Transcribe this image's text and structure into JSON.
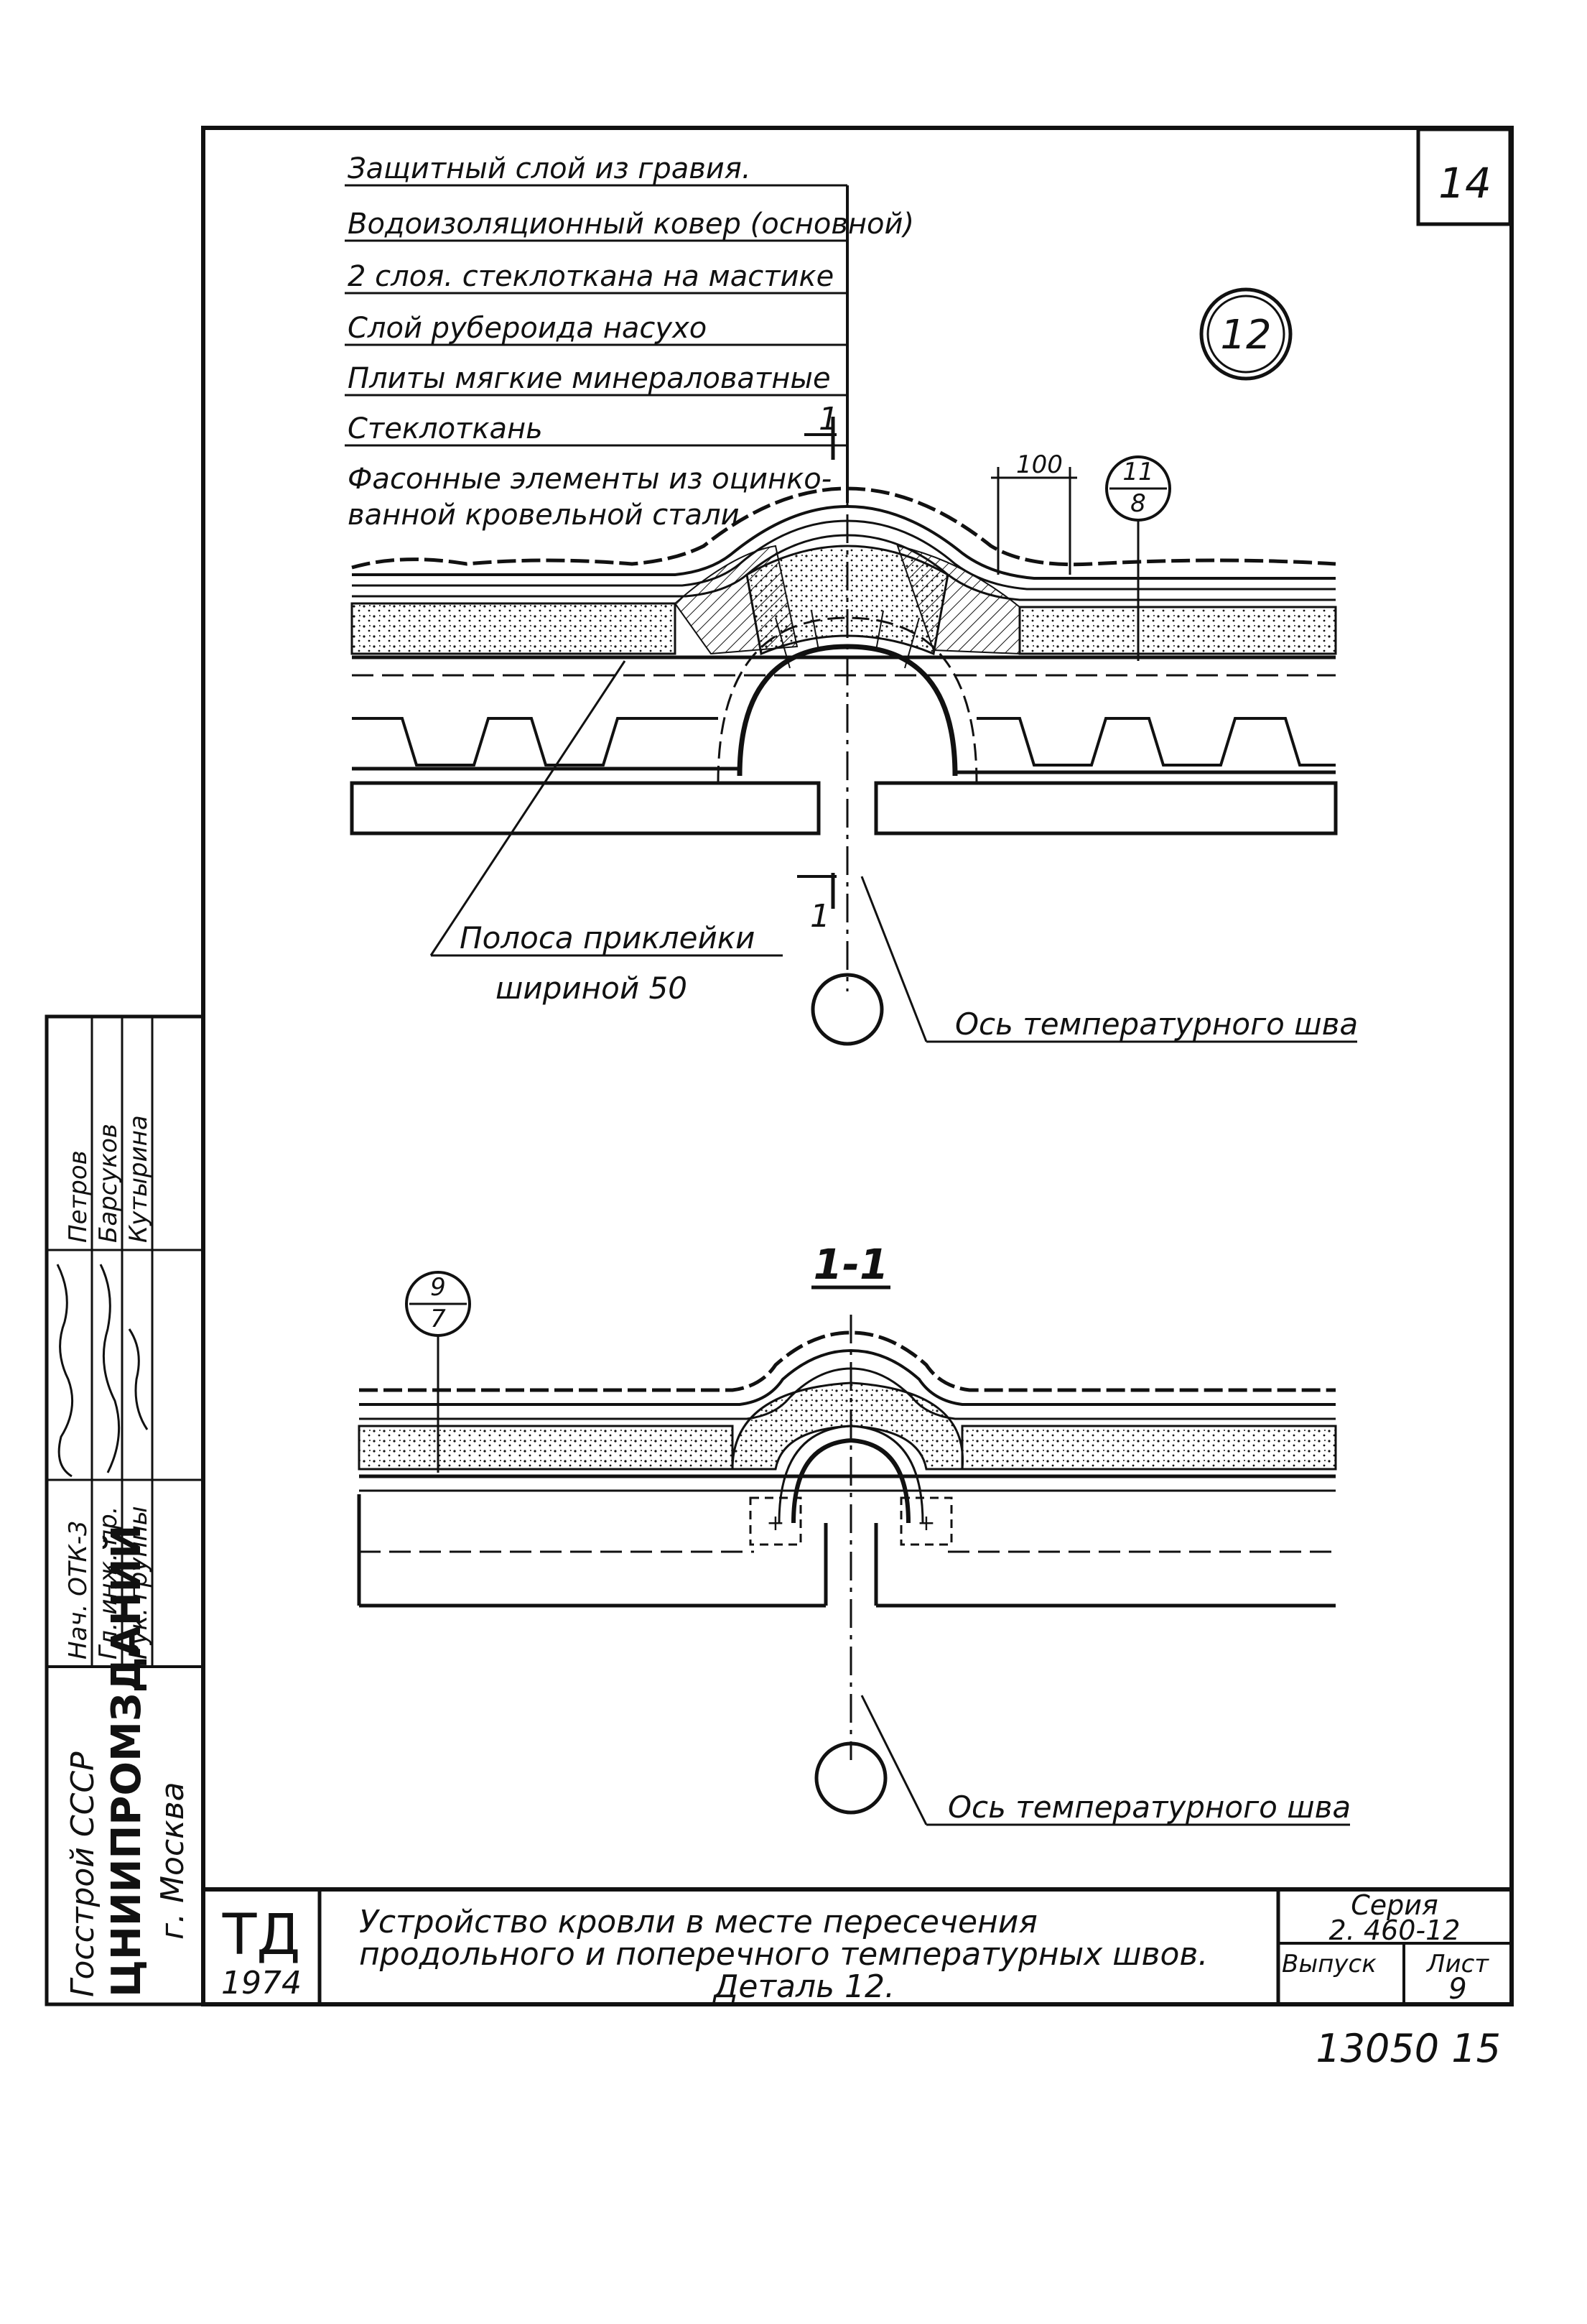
{
  "sheet_number": "14",
  "detail_marker": "12",
  "layers": [
    "Защитный слой из гравия.",
    "Водоизоляционный ковер (основной)",
    "2 слоя. стеклоткана на мастике",
    "Слой рубероида насухо",
    "Плиты мягкие минераловатные",
    "Стеклоткань",
    "Фасонные элементы из оцинко-",
    "ванной кровельной стали"
  ],
  "section_mark": "1",
  "dimension_100": "100",
  "ref_top": {
    "num": "11",
    "den": "8"
  },
  "strip_label_1": "Полоса приклейки",
  "strip_label_2": "шириной 50",
  "axis_label_top": "Ось температурного шва",
  "section_title": "1-1",
  "ref_section": {
    "num": "9",
    "den": "7"
  },
  "axis_label_bottom": "Ось температурного шва",
  "side_stamp": {
    "org_1": "Госстрой СССР",
    "org_2": "ЦНИИПРОМЗДАНИЙ",
    "org_3": "г. Москва",
    "roles": [
      "Нач. ОТК-3",
      "Гл. инж. пр.",
      "Рук. группы"
    ],
    "names": [
      "Петров",
      "Барсуков",
      "Кутырина"
    ]
  },
  "title_block": {
    "code": "ТД",
    "year": "1974",
    "title_1": "Устройство кровли в месте пересечения",
    "title_2": "продольного и поперечного температурных швов.",
    "title_3": "Деталь 12.",
    "series_label": "Серия",
    "series_value": "2. 460-12",
    "issue_label": "Выпуск",
    "sheet_label": "Лист",
    "sheet_value": "9"
  },
  "footer_code": "13050 15"
}
